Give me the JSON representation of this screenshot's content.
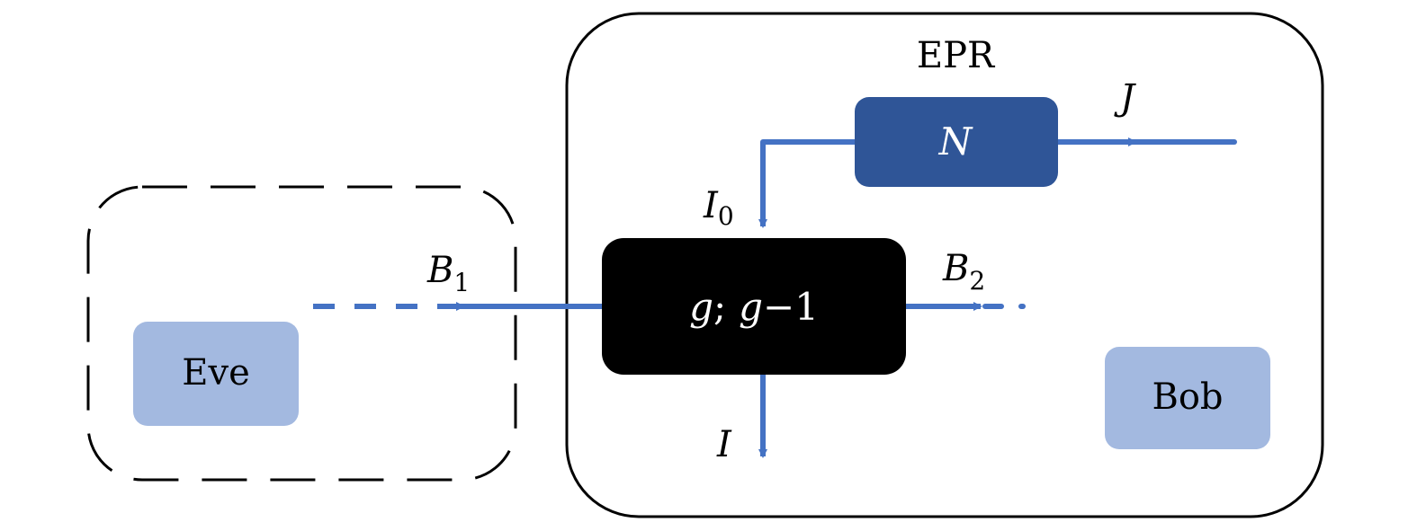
{
  "diagram": {
    "epr_box": {
      "label": "EPR"
    },
    "eve_region": {
      "style": "dashed"
    },
    "nodes": {
      "eve": {
        "label": "Eve",
        "color": "#a3b9e0"
      },
      "bob": {
        "label": "Bob",
        "color": "#a3b9e0"
      },
      "n_box": {
        "label": "N",
        "color": "#2f5597"
      },
      "g_box": {
        "label_g": "g",
        "label_sep": ";",
        "label_g2": "g",
        "label_minus": "−",
        "label_one": "1",
        "color": "#000000"
      }
    },
    "edges": {
      "b1": {
        "label_main": "B",
        "label_sub": "1"
      },
      "b2": {
        "label_main": "B",
        "label_sub": "2"
      },
      "i0": {
        "label_main": "I",
        "label_sub": "0"
      },
      "i": {
        "label_main": "I"
      },
      "j": {
        "label_main": "J"
      }
    },
    "colors": {
      "arrow": "#4472c4",
      "outline": "#000000"
    }
  }
}
